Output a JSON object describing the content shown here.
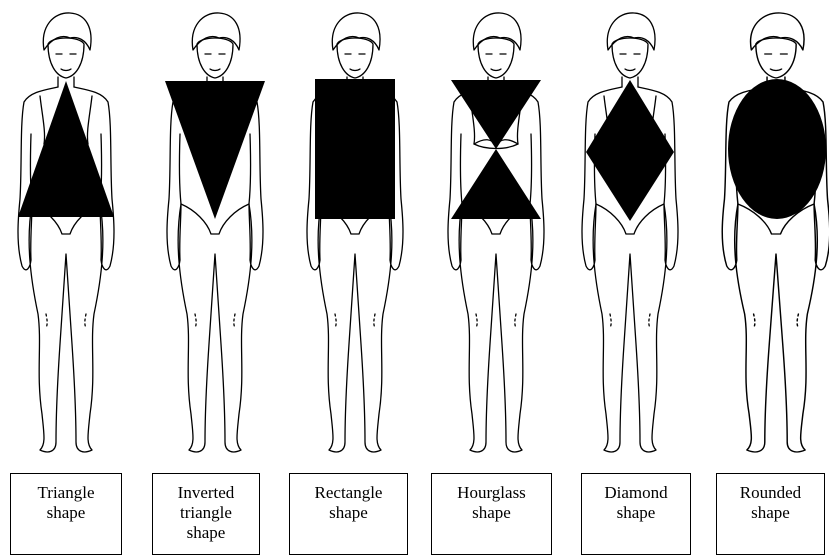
{
  "figure": {
    "shapes": [
      {
        "id": "triangle",
        "label": "Triangle\nshape",
        "overlay": "triangle-icon"
      },
      {
        "id": "inverted-triangle",
        "label": "Inverted\ntriangle\nshape",
        "overlay": "inverted-triangle-icon"
      },
      {
        "id": "rectangle",
        "label": "Rectangle\nshape",
        "overlay": "rectangle-icon"
      },
      {
        "id": "hourglass",
        "label": "Hourglass\nshape",
        "overlay": "hourglass-icon"
      },
      {
        "id": "diamond",
        "label": "Diamond\nshape",
        "overlay": "diamond-icon"
      },
      {
        "id": "rounded",
        "label": "Rounded\nshape",
        "overlay": "ellipse-icon"
      }
    ],
    "colors": {
      "ink": "#000000",
      "paper": "#ffffff"
    }
  }
}
